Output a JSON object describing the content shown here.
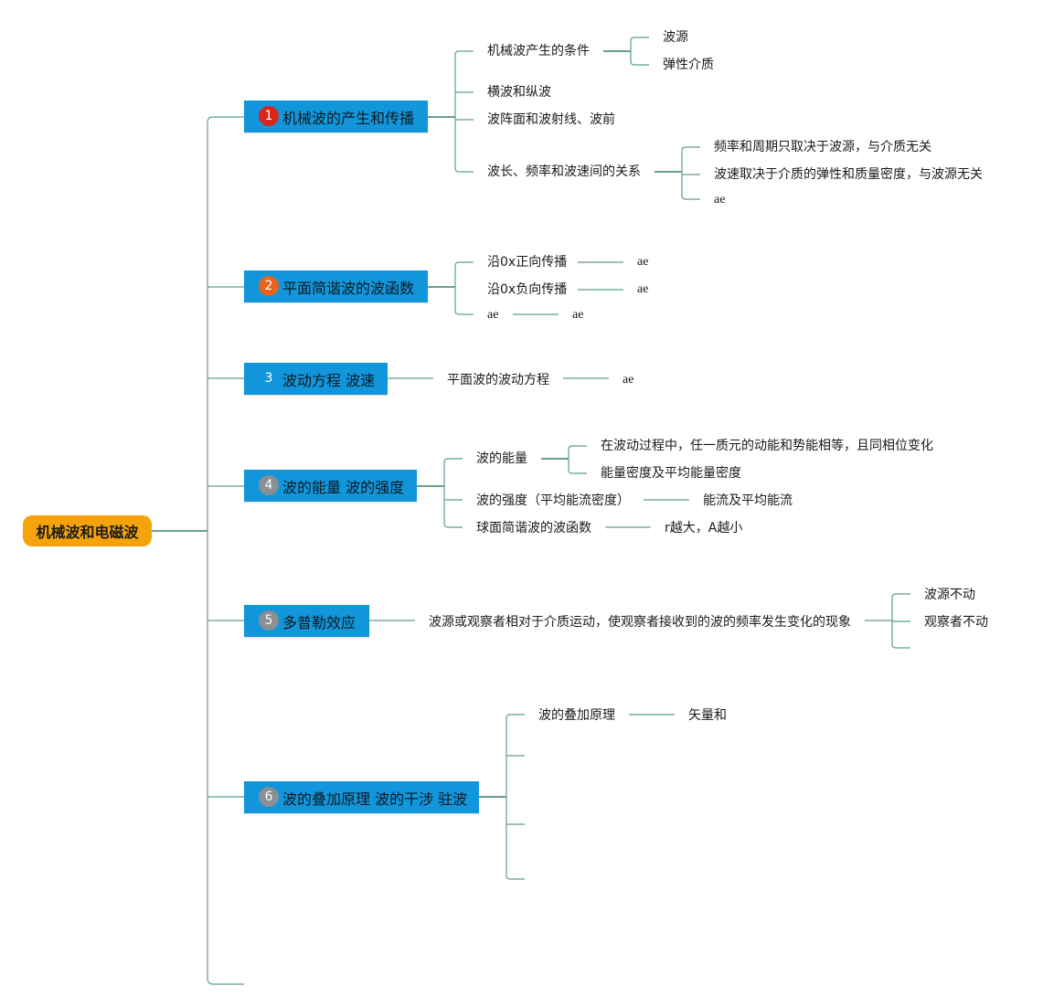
{
  "root": {
    "label": "机械波和电磁波",
    "color": "#f5a30c"
  },
  "topics": [
    {
      "number": "1",
      "badge_color": "#d7261a",
      "label": "机械波的产生和传播",
      "children": [
        {
          "label": "机械波产生的条件",
          "children": [
            "波源",
            "弹性介质"
          ]
        },
        {
          "label": "横波和纵波"
        },
        {
          "label": "波阵面和波射线、波前"
        },
        {
          "label": "波长、频率和波速间的关系",
          "children": [
            "频率和周期只取决于波源，与介质无关",
            "波速取决于介质的弹性和质量密度，与波源无关",
            "ae"
          ]
        }
      ]
    },
    {
      "number": "2",
      "badge_color": "#e8631c",
      "label": "平面简谐波的波函数",
      "children": [
        {
          "label": "沿0x正向传播",
          "children": [
            "ae"
          ]
        },
        {
          "label": "沿0x负向传播",
          "children": [
            "ae"
          ]
        },
        {
          "label": "ae",
          "children": [
            "ae"
          ]
        }
      ]
    },
    {
      "number": "3",
      "badge_color": "#1296db",
      "label": "波动方程 波速",
      "children": [
        {
          "label": "平面波的波动方程",
          "children": [
            "ae"
          ]
        }
      ]
    },
    {
      "number": "4",
      "badge_color": "#8a8f93",
      "label": "波的能量 波的强度",
      "children": [
        {
          "label": "波的能量",
          "children": [
            "在波动过程中，任一质元的动能和势能相等，且同相位变化",
            "能量密度及平均能量密度"
          ]
        },
        {
          "label": "波的强度（平均能流密度）",
          "children": [
            "能流及平均能流"
          ]
        },
        {
          "label": "球面简谐波的波函数",
          "children": [
            "r越大，A越小"
          ]
        }
      ]
    },
    {
      "number": "5",
      "badge_color": "#8a8f93",
      "label": "多普勒效应",
      "children": [
        {
          "label": "波源或观察者相对于介质运动，使观察者接收到的波的频率发生变化的现象",
          "children": [
            "波源不动",
            "观察者不动",
            ""
          ]
        }
      ]
    },
    {
      "number": "6",
      "badge_color": "#8a8f93",
      "label": "波的叠加原理 波的干涉 驻波",
      "children": [
        {
          "label": "波的叠加原理",
          "children": [
            "矢量和"
          ]
        },
        {
          "label": ""
        },
        {
          "label": ""
        },
        {
          "label": ""
        }
      ]
    }
  ]
}
